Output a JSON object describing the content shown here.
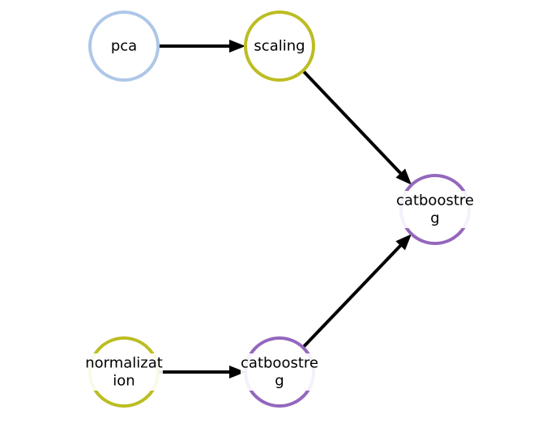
{
  "nodes": [
    {
      "id": "pca",
      "lines": [
        "pca"
      ],
      "color": "#aec7e8",
      "style": "solid"
    },
    {
      "id": "scaling",
      "lines": [
        "scaling"
      ],
      "color": "#bcbd22",
      "style": "solid"
    },
    {
      "id": "catboostreg_top",
      "lines": [
        "catboostre",
        "g"
      ],
      "color": "#9467bd",
      "style": "occluded"
    },
    {
      "id": "normalization",
      "lines": [
        "normalizat",
        "ion"
      ],
      "color": "#bcbd22",
      "style": "occluded"
    },
    {
      "id": "catboostreg_bottom",
      "lines": [
        "catboostre",
        "g"
      ],
      "color": "#9467bd",
      "style": "occluded"
    }
  ],
  "edges": [
    {
      "from": "pca",
      "to": "scaling"
    },
    {
      "from": "scaling",
      "to": "catboostreg_top"
    },
    {
      "from": "normalization",
      "to": "catboostreg_bottom"
    },
    {
      "from": "catboostreg_bottom",
      "to": "catboostreg_top"
    }
  ]
}
